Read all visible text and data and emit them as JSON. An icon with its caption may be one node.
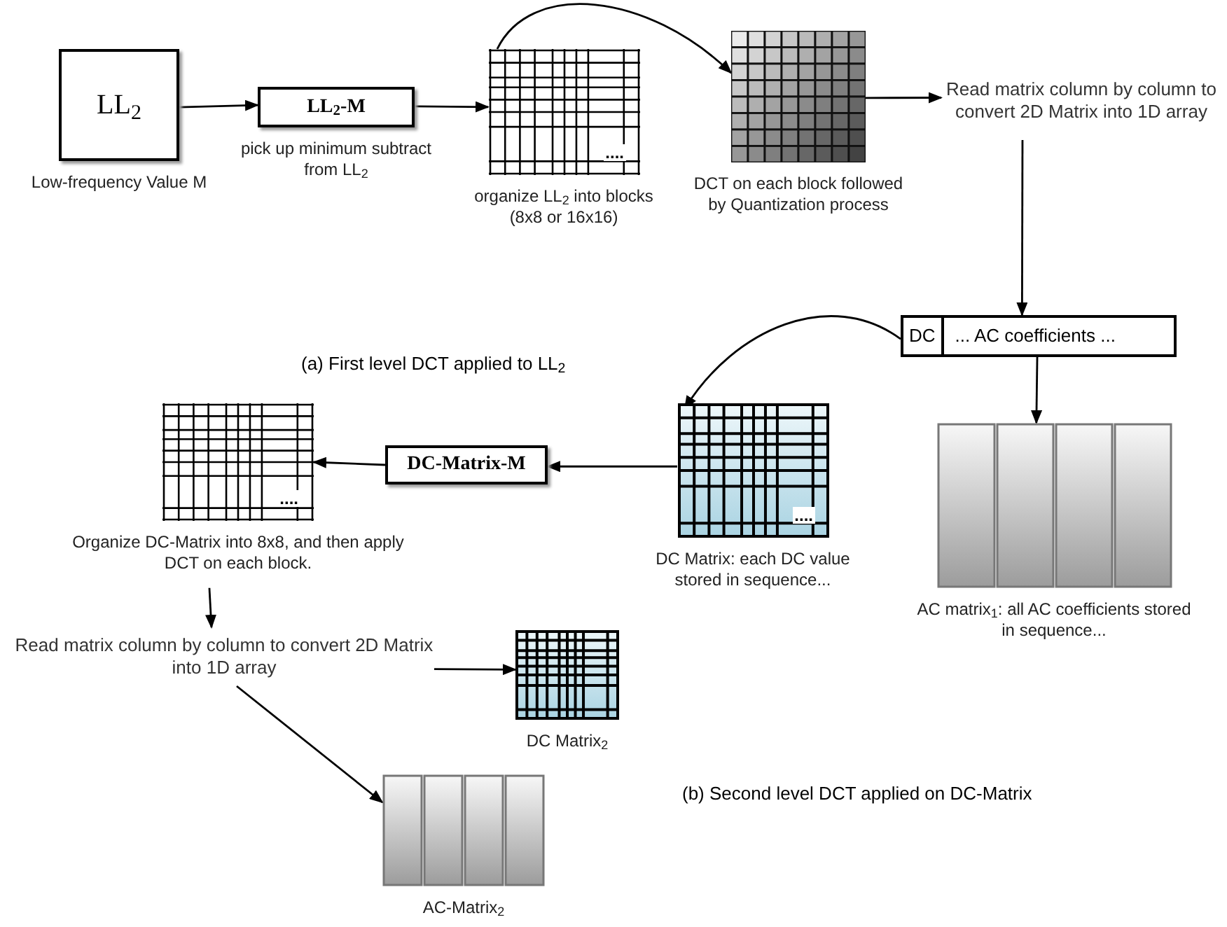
{
  "diagram": {
    "nodes": [
      {
        "text": [
          "LL$_{2}$"
        ],
        "beside": [
          "Low-frequency Value M"
        ]
      },
      {
        "text": [
          "LL$_{2}$-**M**"
        ],
        "beside": [
          "pick up minimum subtract from LL$_{2}$"
        ]
      },
      {
        "text": [
          "...."
        ],
        "beside": [
          "organize LL$_{2}$ into blocks (8x8 or 16x16)"
        ]
      },
      {
        "text": [],
        "shape": "picture",
        "beside": [
          "DCT on each block followed by Quantization process"
        ]
      },
      {
        "text": [
          "Read matrix column by column to convert 2D Matrix into 1D array"
        ]
      },
      {
        "text": [
          "DC",
          "... AC coefficients ..."
        ]
      },
      {
        "text": [
          "...."
        ],
        "beside": [
          "DC Matrix: each DC value stored in sequence..."
        ]
      },
      {
        "text": [],
        "shape": "box",
        "beside": [
          "AC matrix$_{1}$: all AC coefficients stored in sequence..."
        ]
      },
      {
        "text": [
          "DC-Matrix-**M**"
        ]
      },
      {
        "text": [
          "...."
        ],
        "beside": [
          "Organize DC-Matrix into 8x8, and then apply DCT on each block."
        ]
      },
      {
        "text": [
          "Read matrix column by column to convert 2D Matrix into 1D array"
        ]
      },
      {
        "text": [],
        "shape": "picture",
        "beside": [
          "DC Matrix$_{2}$"
        ]
      },
      {
        "text": [],
        "shape": "box",
        "beside": [
          "AC-Matrix$_{2}$"
        ]
      }
    ],
    "edges": [
      {
        "from": 0,
        "to": 1,
        "arrow": "to"
      },
      {
        "from": 1,
        "to": 2,
        "arrow": "to"
      },
      {
        "from": 2,
        "to": 3,
        "arrow": "to"
      },
      {
        "from": 3,
        "to": 4,
        "arrow": "to"
      },
      {
        "from": 4,
        "to": 5,
        "arrow": "to"
      },
      {
        "from": 5,
        "to": 6,
        "arrow": "to"
      },
      {
        "from": 5,
        "to": 7,
        "arrow": "to"
      },
      {
        "from": 6,
        "to": 8,
        "arrow": "to"
      },
      {
        "from": 8,
        "to": 9,
        "arrow": "to"
      },
      {
        "from": 9,
        "to": 10,
        "arrow": "to"
      },
      {
        "from": 10,
        "to": 11,
        "arrow": "to"
      },
      {
        "from": 10,
        "to": 12,
        "arrow": "to"
      }
    ],
    "labels": [
      "(a) First level DCT applied to LL$_{2}$",
      "(b) Second level DCT applied on DC-Matrix"
    ]
  }
}
